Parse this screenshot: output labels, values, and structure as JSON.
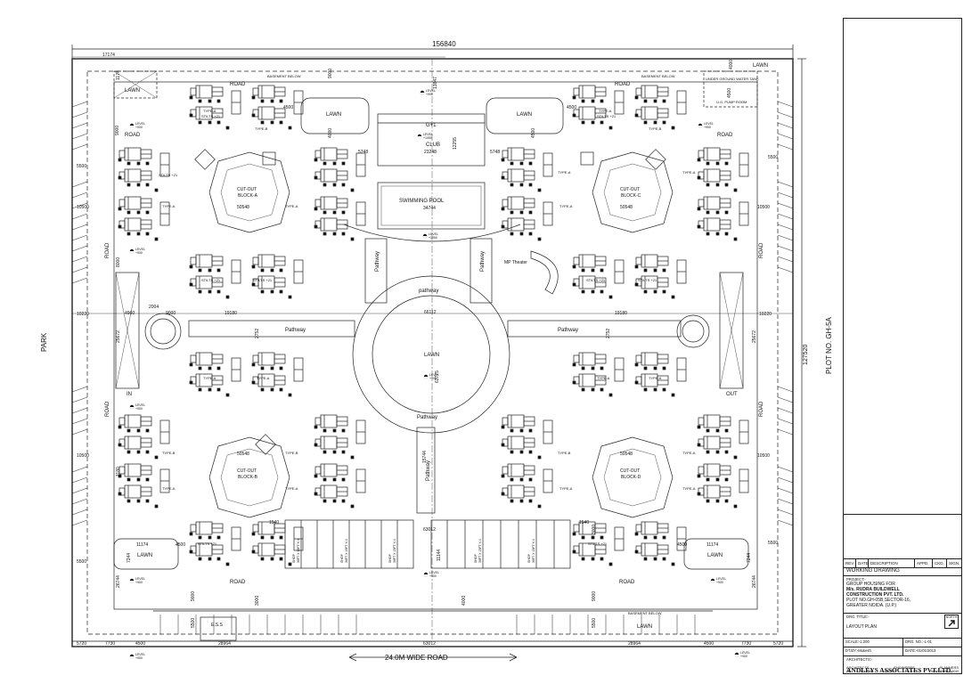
{
  "plan": {
    "dims": {
      "overall_width": "156840",
      "left_top": "17174",
      "right_height": "127520",
      "top_9000": "9000",
      "top_4000": "4000",
      "top_13847": "13847",
      "top_1174": "1174",
      "top_9000_b": "9000",
      "left_5500": "5500",
      "left_5000": "5000",
      "left_10500": "10500",
      "left_8000": "8000",
      "left_10220": "10220",
      "left_10500_b": "10500",
      "left_5500_b": "5500",
      "left_26744": "26744",
      "left_25672": "25672",
      "left_1180": "1180",
      "right_5500": "5500",
      "right_10500": "10500",
      "right_10220": "10220",
      "right_10500_b": "10500",
      "right_5500_b": "5500",
      "right_26744": "26744",
      "right_25672": "25672",
      "bot_5720": "5720",
      "bot_7730": "7730",
      "bot_4500": "4500",
      "bot_28964": "28964",
      "bot_63012": "63012",
      "bot_28964_b": "28964",
      "bot_4500_b": "4500",
      "bot_7730_b": "7730",
      "bot_5720_b": "5720",
      "mid_19180": "19180",
      "mid_19180_b": "19180",
      "mid_66112": "66112",
      "mid_63775": "63775",
      "mid_9000": "9000",
      "mid_2004": "2004",
      "mid_4960": "4960",
      "mid_2752": "2752",
      "mid_2752_b": "2752",
      "club_23248": "23248",
      "pool_34744": "34744",
      "blk_50548": "50548",
      "blk_50548_b": "50548",
      "blk_50548_c": "50548",
      "blk_50548_d": "50548",
      "shop_63012": "63012",
      "shop_11144": "11144",
      "lawn_11174": "11174",
      "lawn_11174_b": "11174",
      "lawn_4500": "4500",
      "lawn_4500_b": "4500",
      "lawn_7244": "7244",
      "lawn_7244_b": "7244",
      "c_5748": "5748",
      "c_5748_b": "5748",
      "c_4500": "4500",
      "c_4500_b": "4500",
      "c_1540": "1540",
      "c_1540_b": "1540",
      "c_4000": "4000",
      "c_4000_b": "4000",
      "c_12255": "12255",
      "c_15744": "15744",
      "v_9000": "9000",
      "v_9000_b": "9000",
      "v_5500": "5500",
      "v_5500_b": "5500",
      "v_3000": "3000",
      "v_3000_b": "3000",
      "v_4500": "4500",
      "v_4500_b": "4500"
    },
    "labels": {
      "park": "PARK",
      "plot_no": "PLOT NO. GH-5A",
      "wide_road": "24.0M WIDE ROAD",
      "lawn_tl": "LAWN",
      "lawn_tr": "LAWN",
      "lawn_club_l": "LAWN",
      "lawn_club_r": "LAWN",
      "lawn_center": "LAWN",
      "lawn_bl": "LAWN",
      "lawn_br": "LAWN",
      "lawn_bot": "LAWN",
      "road_1": "ROAD",
      "road_2": "ROAD",
      "road_3": "ROAD",
      "road_4": "ROAD",
      "road_5": "ROAD",
      "road_6": "ROAD",
      "road_7": "ROAD",
      "road_8": "ROAD",
      "road_9": "ROAD",
      "road_10": "ROAD",
      "club": "CLUB",
      "g1": "G+1",
      "swimming_pool": "SWIMMING POOL",
      "pathway_top": "pathway",
      "pathway_bot": "Pathway",
      "pathway_l": "Pathway",
      "pathway_r": "Pathway",
      "pathway_v1": "Pathway",
      "pathway_v2": "Pathway",
      "pathway_v3": "Pathway",
      "mp_theater": "MP Theater",
      "ess": "E.S.S",
      "in": "IN",
      "out": "OUT",
      "ug_tank": "UNDER GROUND WATER TANK",
      "ug_pump": "U.G. PUMP ROOM",
      "basement_below": "BASEMENT BELOW",
      "basement_below_b": "BASEMENT BELOW",
      "basement_below_c": "BASEMENT BELOW",
      "block_a": "BLOCK-A",
      "block_b": "BLOCK-B",
      "block_c": "BLOCK-C",
      "block_d": "BLOCK-D",
      "cut_out": "CUT-OUT",
      "cut_out_b": "CUT-OUT",
      "cut_out_c": "CUT-OUT",
      "cut_out_d": "CUT-OUT",
      "stilts": "STILTS +21",
      "type_a": "TYPE-A",
      "type_b": "TYPE-B",
      "level": "LEVEL",
      "level_900": "+900",
      "level_1050": "+1050",
      "shop": "SHOP",
      "shop_size": "36FT X 15FT X 4"
    }
  },
  "title_block": {
    "rev_headers": [
      "REV.",
      "DATE",
      "DESCRIPTION",
      "APPD.",
      "CKD.",
      "SIGN."
    ],
    "working_drawing": "WORKING DRAWING",
    "project_label": "PROJECT:-",
    "project_line1": "GROUP HOUSING FOR",
    "project_line2": "M/s. RUDRA BUILDWELL",
    "project_line3": "CONSTRUCTION PVT. LTD.",
    "project_line4": "PLOT NO.GH-05B,SECTOR-16,",
    "project_line5": "GREATER NOIDA. (U.P.)",
    "drg_title_label": "DRG. TITLE:-",
    "north": "NORTH",
    "drg_title": "LAYOUT PLAN",
    "scale": "SCALE:-1:200",
    "drg_no": "DRG. NO.:-L-01",
    "dt_by": "DT.BY:-Mukesh",
    "date": "DATE:-01/01/2013",
    "architects_label": "ARCHITECTS:-",
    "firm": "ANDLEYS ASSOCIATES PVT.LTD.",
    "firm_roles": [
      "ARCHITECTS",
      "ENGINEERS",
      "PLANNERS"
    ],
    "firm_address": [
      "39",
      "HOUSING",
      "SOCIETY",
      "N.D.S.E.-I",
      "NEW DELHI - 110049"
    ]
  }
}
